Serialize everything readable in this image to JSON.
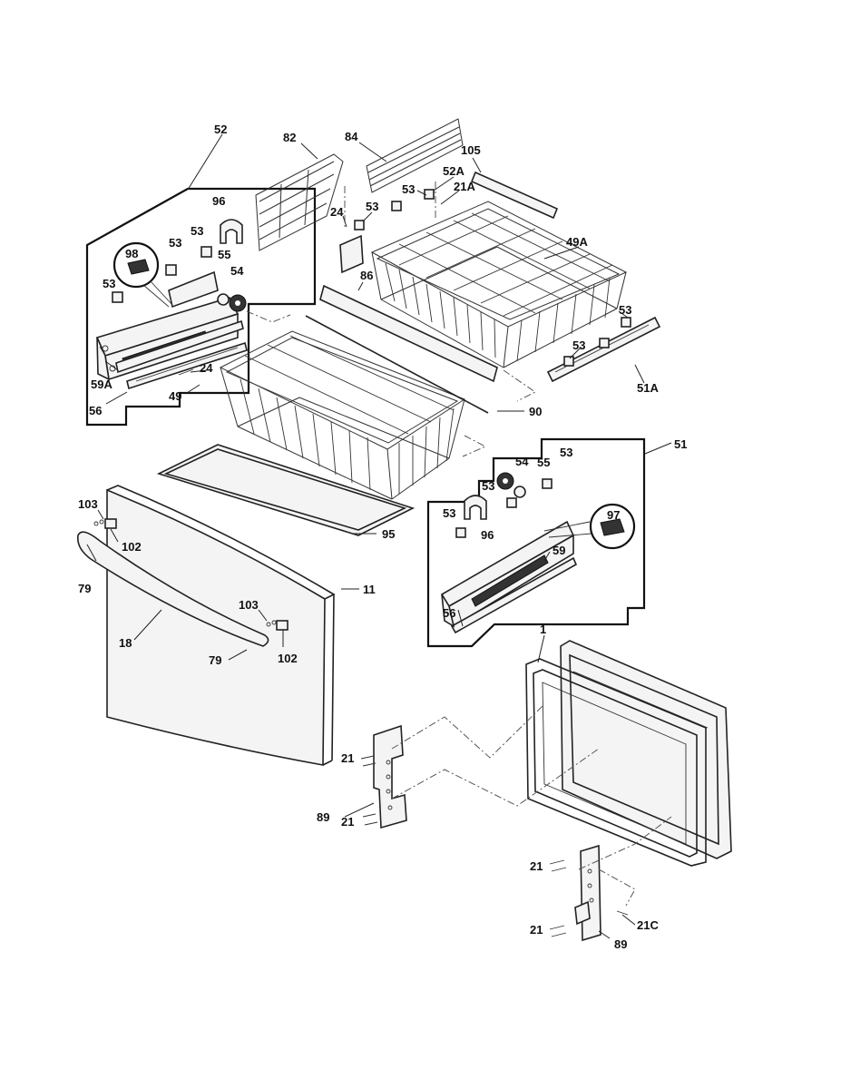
{
  "labels": {
    "l52": "52",
    "l82": "82",
    "l84": "84",
    "l105": "105",
    "l52a": "52A",
    "l53_top1": "53",
    "l21a": "21A",
    "l53_top2": "53",
    "l24_top": "24",
    "l96_left": "96",
    "l53_box1": "53",
    "l53_box2": "53",
    "l49a": "49A",
    "l98": "98",
    "l55_left": "55",
    "l54_left": "54",
    "l53_box3": "53",
    "l86": "86",
    "l53_right1": "53",
    "l53_right2": "53",
    "l59a": "59A",
    "l24_left": "24",
    "l49": "49",
    "l51a": "51A",
    "l56_left": "56",
    "l90": "90",
    "l51": "51",
    "l54_right": "54",
    "l55_right": "55",
    "l53_right3": "53",
    "l53_right4": "53",
    "l103_a": "103",
    "l102_a": "102",
    "l95": "95",
    "l53_right5": "53",
    "l97": "97",
    "l96_right": "96",
    "l79_a": "79",
    "l59": "59",
    "l11": "11",
    "l103_b": "103",
    "l56_right": "56",
    "l18": "18",
    "l102_b": "102",
    "l79_b": "79",
    "l1": "1",
    "l21_a": "21",
    "l89_a": "89",
    "l21_b": "21",
    "l21_c": "21",
    "l21c": "21C",
    "l21_d": "21",
    "l89_b": "89"
  }
}
